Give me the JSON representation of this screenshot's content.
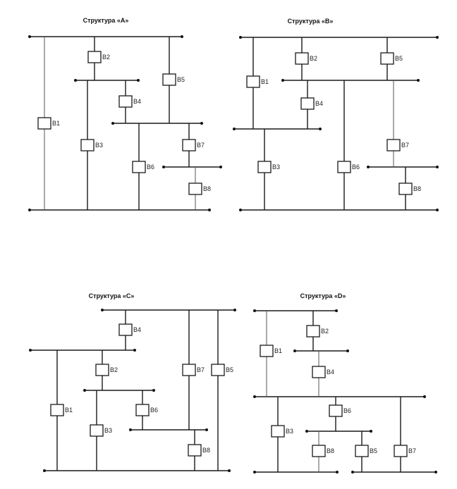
{
  "diagram": {
    "structures": [
      {
        "id": "A",
        "title": "Структура «A»",
        "elements": [
          "B1",
          "B2",
          "B3",
          "B4",
          "B5",
          "B6",
          "B7",
          "B8"
        ],
        "connections": [
          {
            "element": "B1",
            "from": "bus-top",
            "to": "bus-bottom"
          },
          {
            "element": "B2",
            "from": "bus-top",
            "to": "bus-2"
          },
          {
            "element": "B5",
            "from": "bus-top",
            "to": "bus-3"
          },
          {
            "element": "B3",
            "from": "bus-2",
            "to": "bus-bottom"
          },
          {
            "element": "B4",
            "from": "bus-2",
            "to": "bus-3"
          },
          {
            "element": "B6",
            "from": "bus-3",
            "to": "bus-bottom"
          },
          {
            "element": "B7",
            "from": "bus-3",
            "to": "bus-4"
          },
          {
            "element": "B8",
            "from": "bus-4",
            "to": "bus-bottom"
          }
        ]
      },
      {
        "id": "B",
        "title": "Структура «B»",
        "elements": [
          "B1",
          "B2",
          "B3",
          "B4",
          "B5",
          "B6",
          "B7",
          "B8"
        ],
        "connections": [
          {
            "element": "B1",
            "from": "bus-top",
            "to": "bus-3"
          },
          {
            "element": "B2",
            "from": "bus-top",
            "to": "bus-2"
          },
          {
            "element": "B5",
            "from": "bus-top",
            "to": "bus-2"
          },
          {
            "element": "B4",
            "from": "bus-2",
            "to": "bus-3"
          },
          {
            "element": "B3",
            "from": "bus-3",
            "to": "bus-bottom"
          },
          {
            "element": "B6",
            "from": "bus-2",
            "to": "bus-bottom"
          },
          {
            "element": "B7",
            "from": "bus-2",
            "to": "bus-4"
          },
          {
            "element": "B8",
            "from": "bus-4",
            "to": "bus-bottom"
          }
        ]
      },
      {
        "id": "C",
        "title": "Структура «C»",
        "elements": [
          "B1",
          "B2",
          "B3",
          "B4",
          "B5",
          "B6",
          "B7",
          "B8"
        ],
        "connections": [
          {
            "element": "B4",
            "from": "bus-top",
            "to": "bus-2"
          },
          {
            "element": "B7",
            "from": "bus-top",
            "to": "bus-4"
          },
          {
            "element": "B5",
            "from": "bus-top",
            "to": "bus-bottom"
          },
          {
            "element": "B1",
            "from": "bus-2",
            "to": "bus-bottom"
          },
          {
            "element": "B2",
            "from": "bus-2",
            "to": "bus-3"
          },
          {
            "element": "B3",
            "from": "bus-3",
            "to": "bus-bottom"
          },
          {
            "element": "B6",
            "from": "bus-3",
            "to": "bus-4"
          },
          {
            "element": "B8",
            "from": "bus-4",
            "to": "bus-bottom"
          }
        ]
      },
      {
        "id": "D",
        "title": "Структура «D»",
        "elements": [
          "B1",
          "B2",
          "B3",
          "B4",
          "B5",
          "B6",
          "B7",
          "B8"
        ],
        "connections": [
          {
            "element": "B1",
            "from": "bus-top",
            "to": "bus-3"
          },
          {
            "element": "B2",
            "from": "bus-top",
            "to": "bus-2"
          },
          {
            "element": "B4",
            "from": "bus-2",
            "to": "bus-3"
          },
          {
            "element": "B3",
            "from": "bus-3",
            "to": "bus-bottom-left"
          },
          {
            "element": "B6",
            "from": "bus-3",
            "to": "bus-4"
          },
          {
            "element": "B7",
            "from": "bus-3",
            "to": "bus-bottom-right"
          },
          {
            "element": "B8",
            "from": "bus-4",
            "to": "bus-bottom-left"
          },
          {
            "element": "B5",
            "from": "bus-4",
            "to": "bus-bottom-right"
          }
        ]
      }
    ]
  }
}
